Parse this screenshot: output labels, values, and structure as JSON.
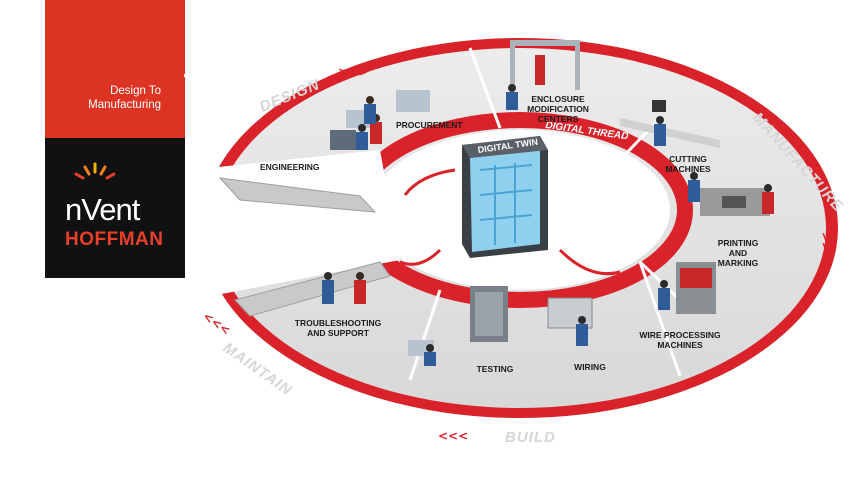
{
  "brand": {
    "tagline_line1": "Design To",
    "tagline_line2": "Manufacturing",
    "logo_word": "nVent",
    "logo_sub": "HOFFMAN",
    "accent": "#dc3322",
    "dark": "#111111"
  },
  "diagram": {
    "center_label": "DIGITAL TWIN",
    "thread_label": "DIGITAL THREAD",
    "stages": {
      "design": "DESIGN",
      "manufacture": "MANUFACTURE",
      "build": "BUILD",
      "maintain": "MAINTAIN"
    },
    "stations": {
      "engineering": "ENGINEERING",
      "procurement": "PROCUREMENT",
      "enclosure_1": "ENCLOSURE",
      "enclosure_2": "MODIFICATION",
      "enclosure_3": "CENTERS",
      "cutting_1": "CUTTING",
      "cutting_2": "MACHINES",
      "printing_1": "PRINTING",
      "printing_2": "AND",
      "printing_3": "MARKING",
      "wire_1": "WIRE PROCESSING",
      "wire_2": "MACHINES",
      "wiring": "WIRING",
      "testing": "TESTING",
      "trouble_1": "TROUBLESHOOTING",
      "trouble_2": "AND SUPPORT"
    },
    "colors": {
      "ring_red": "#d9222a",
      "floor_gray": "#e2e2e2",
      "platform_gray": "#c9c9c9"
    }
  }
}
